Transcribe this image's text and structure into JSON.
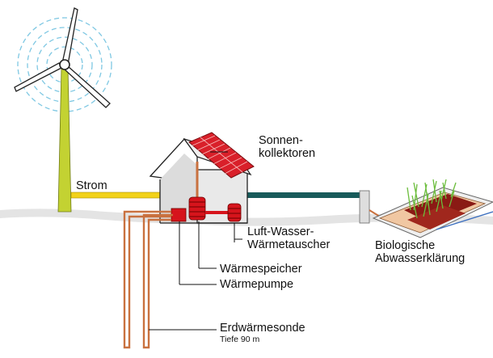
{
  "labels": {
    "solar": [
      "Sonnen-",
      "kollektoren"
    ],
    "power": "Strom",
    "heat_exchanger": [
      "Luft-Wasser-",
      "Wärmetauscher"
    ],
    "wastewater": [
      "Biologische",
      "Abwasserklärung"
    ],
    "heat_storage": "Wärmespeicher",
    "heat_pump": "Wärmepumpe",
    "probe": "Erdwärmesonde",
    "depth": "Tiefe 90 m"
  },
  "colors": {
    "power_line": "#f2d21a",
    "sewage_line": "#175a5a",
    "probe_pipe": "#c9713f",
    "components": "#d6141c",
    "solar_panel": "#d9202a",
    "tower": "#c3d232",
    "ground": "#e4e4e4",
    "wind_arcs": "#7fc8e3"
  }
}
